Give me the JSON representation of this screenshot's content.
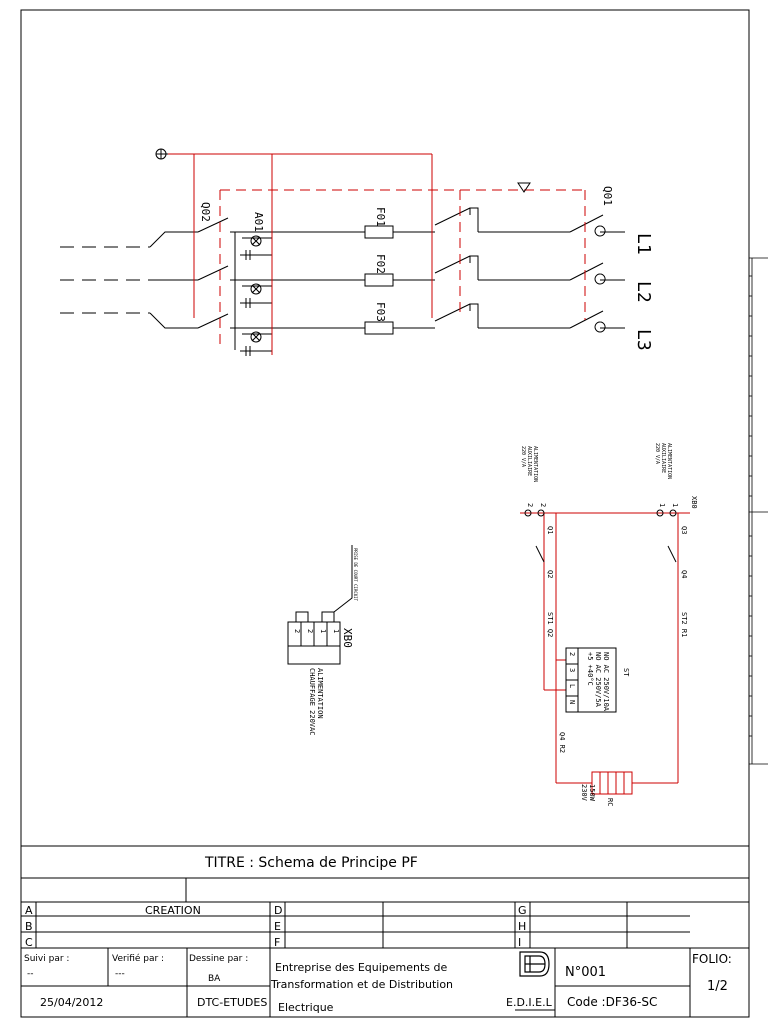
{
  "colors": {
    "wire": "#cc0000",
    "line": "#000000",
    "background": "#ffffff"
  },
  "schematic": {
    "phases": [
      "L1",
      "L2",
      "L3"
    ],
    "breakers": [
      "Q01",
      "Q02"
    ],
    "ammeter": "A01",
    "fuses": [
      "F01",
      "F02",
      "F03"
    ],
    "xb0_main": "XB0",
    "alim_left": [
      "ALIMENTATION",
      "AUXILIAIRE",
      "220 V/A"
    ],
    "alim_right": [
      "ALIMENTATION",
      "AUXILIAIRE",
      "220 V/A"
    ],
    "term_1a": "1",
    "term_1b": "1",
    "term_2a": "2",
    "term_2b": "2",
    "q1": "Q1",
    "q2": "Q2",
    "q3": "Q3",
    "q4": "Q4",
    "st1_q2": "ST1 Q2",
    "st2_r1": "ST2 R1",
    "q4_r2": "Q4 R2",
    "st_label": "ST",
    "st_spec": [
      "NO AC 250V/10A",
      "NO AC 250V/5A",
      "+5 +40°C"
    ],
    "st_terms": [
      "2",
      "3",
      "L",
      "N"
    ],
    "rc_label": "RC",
    "rc_spec": [
      "150W",
      "230V"
    ],
    "xb0_heat": "XB0",
    "heat_terms": [
      "1",
      "1",
      "2",
      "2"
    ],
    "heat_label": [
      "ALIMENTATION",
      "CHAUFFAGE 220VAC"
    ],
    "heat_note": "PRISE DE COURT CIRCUIT"
  },
  "title_block": {
    "titre": "TITRE : Schema de Principe PF",
    "rev_a": "A",
    "rev_b": "B",
    "rev_c": "C",
    "rev_d": "D",
    "rev_e": "E",
    "rev_f": "F",
    "rev_g": "G",
    "rev_h": "H",
    "rev_i": "I",
    "creation": "CREATION",
    "suivi_label": "Suivi par :",
    "suivi_value": "--",
    "verifie_label": "Verifié par :",
    "verifie_value": "---",
    "dessine_label": "Dessine par :",
    "dessine_value": "BA",
    "company_line1": "Entreprise des Equipements de",
    "company_line2": "Transformation et de Distribution",
    "company_line3": "Electrique",
    "company_abbr": "E.D.I.E.L",
    "numero": "N°001",
    "code": "Code :DF36-SC",
    "folio_label": "FOLIO:",
    "folio_value": "1/2",
    "date": "25/04/2012",
    "service": "DTC-ETUDES"
  }
}
